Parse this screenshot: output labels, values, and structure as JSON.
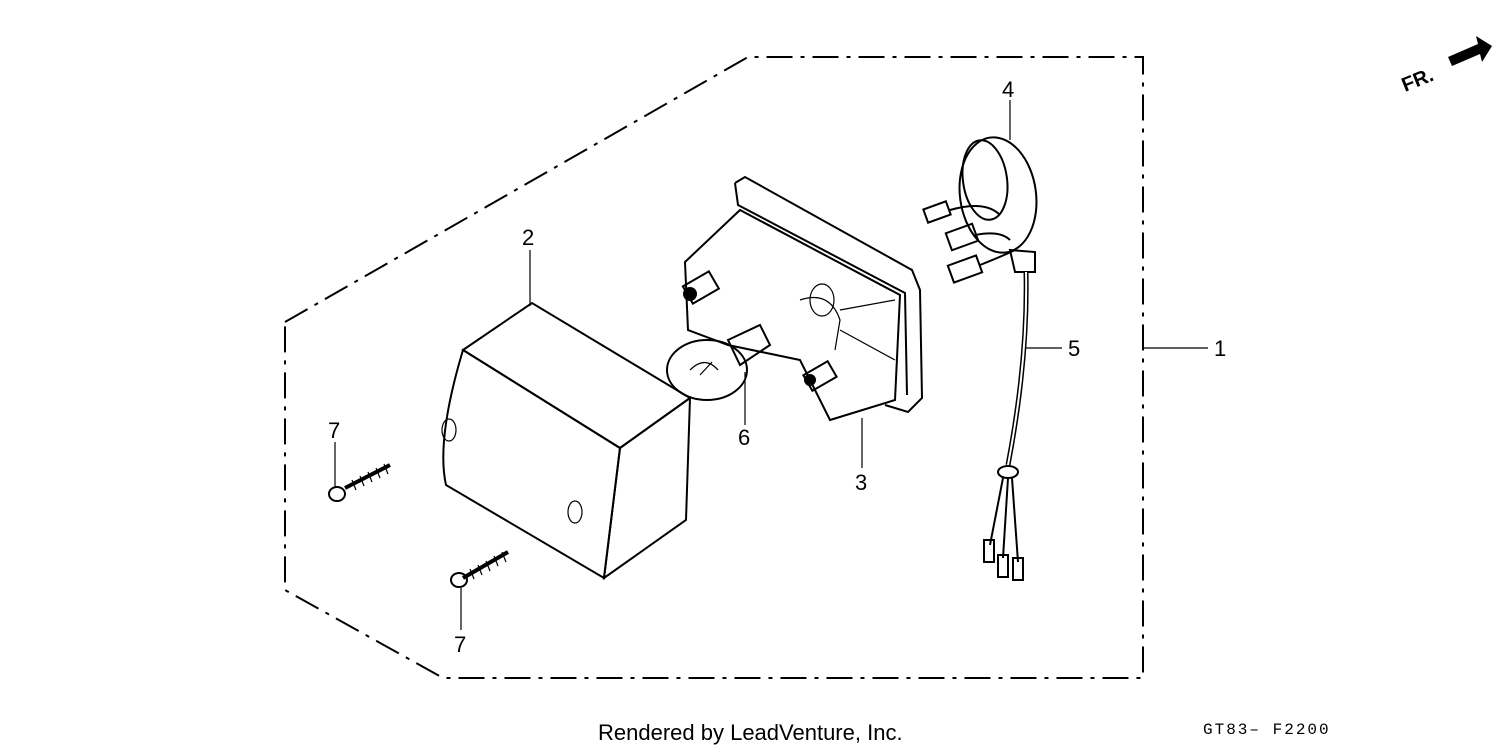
{
  "direction_label": "FR.",
  "callouts": {
    "assembly": "1",
    "lens": "2",
    "base": "3",
    "socket": "5",
    "gasket": "4",
    "bulb": "6",
    "screw_upper": "7",
    "screw_lower": "7"
  },
  "footer": {
    "credit": "Rendered by LeadVenture, Inc.",
    "code": "GT83– F2200"
  }
}
